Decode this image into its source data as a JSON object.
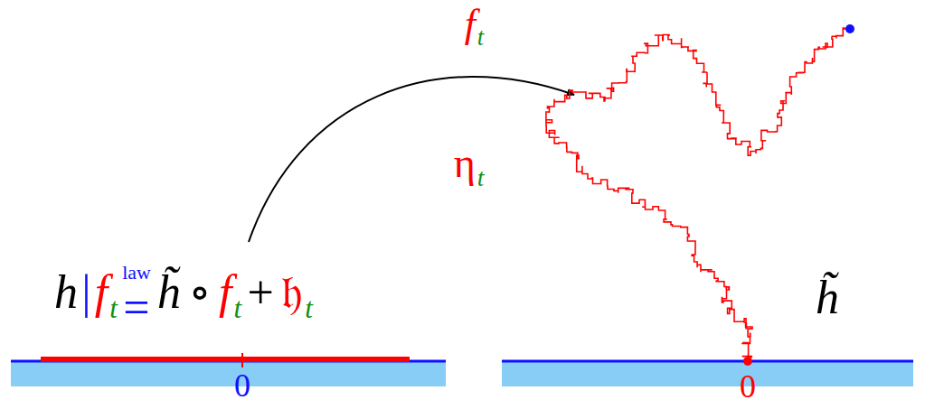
{
  "diagram": {
    "labels": [
      "f",
      "t",
      "η",
      "t",
      "h",
      "|",
      "f",
      "t",
      "law",
      "=",
      "h̃",
      "∘",
      "f",
      "t",
      "+",
      "𝔥",
      "t",
      "0",
      "0",
      "h̃"
    ]
  }
}
